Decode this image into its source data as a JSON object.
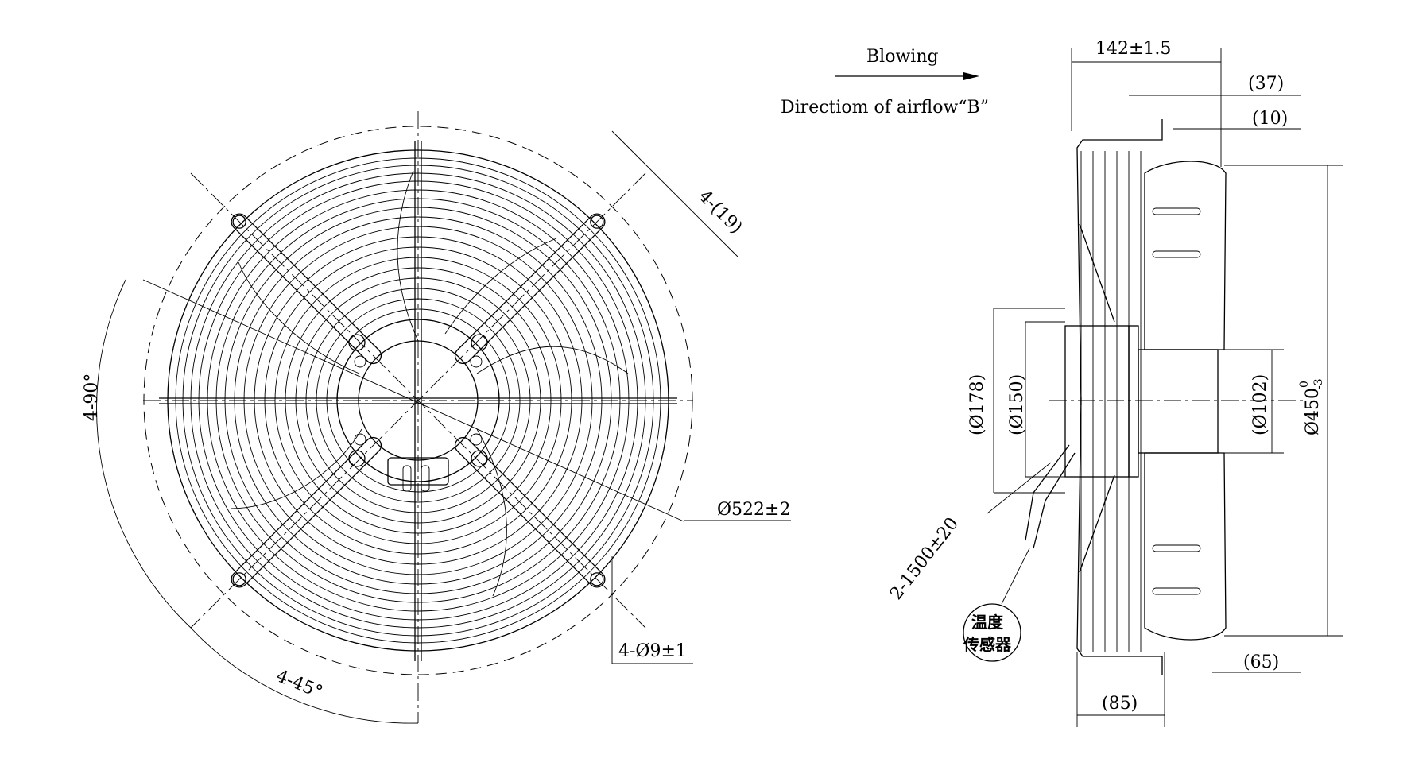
{
  "annotations": {
    "blowing": "Blowing",
    "airflow_direction": "Directiom of airflow“B”"
  },
  "front_view": {
    "angle_4_90": "4-90°",
    "angle_4_45": "4-45°",
    "slot_4_19": "4-(19)",
    "outer_diameter": "Ø522±2",
    "holes": "4-Ø9±1"
  },
  "side_view": {
    "overall_depth": "142±1.5",
    "dim_37": "(37)",
    "dim_10": "(10)",
    "dia_178": "(Ø178)",
    "dia_150": "(Ø150)",
    "dia_102": "(Ø102)",
    "dia_450_base": "Ø450",
    "dia_450_upper": "0",
    "dia_450_lower": "-3",
    "cable": "2-1500±20",
    "dim_65": "(65)",
    "dim_85": "(85)",
    "sensor_line1": "温度",
    "sensor_line2": "传感器"
  }
}
